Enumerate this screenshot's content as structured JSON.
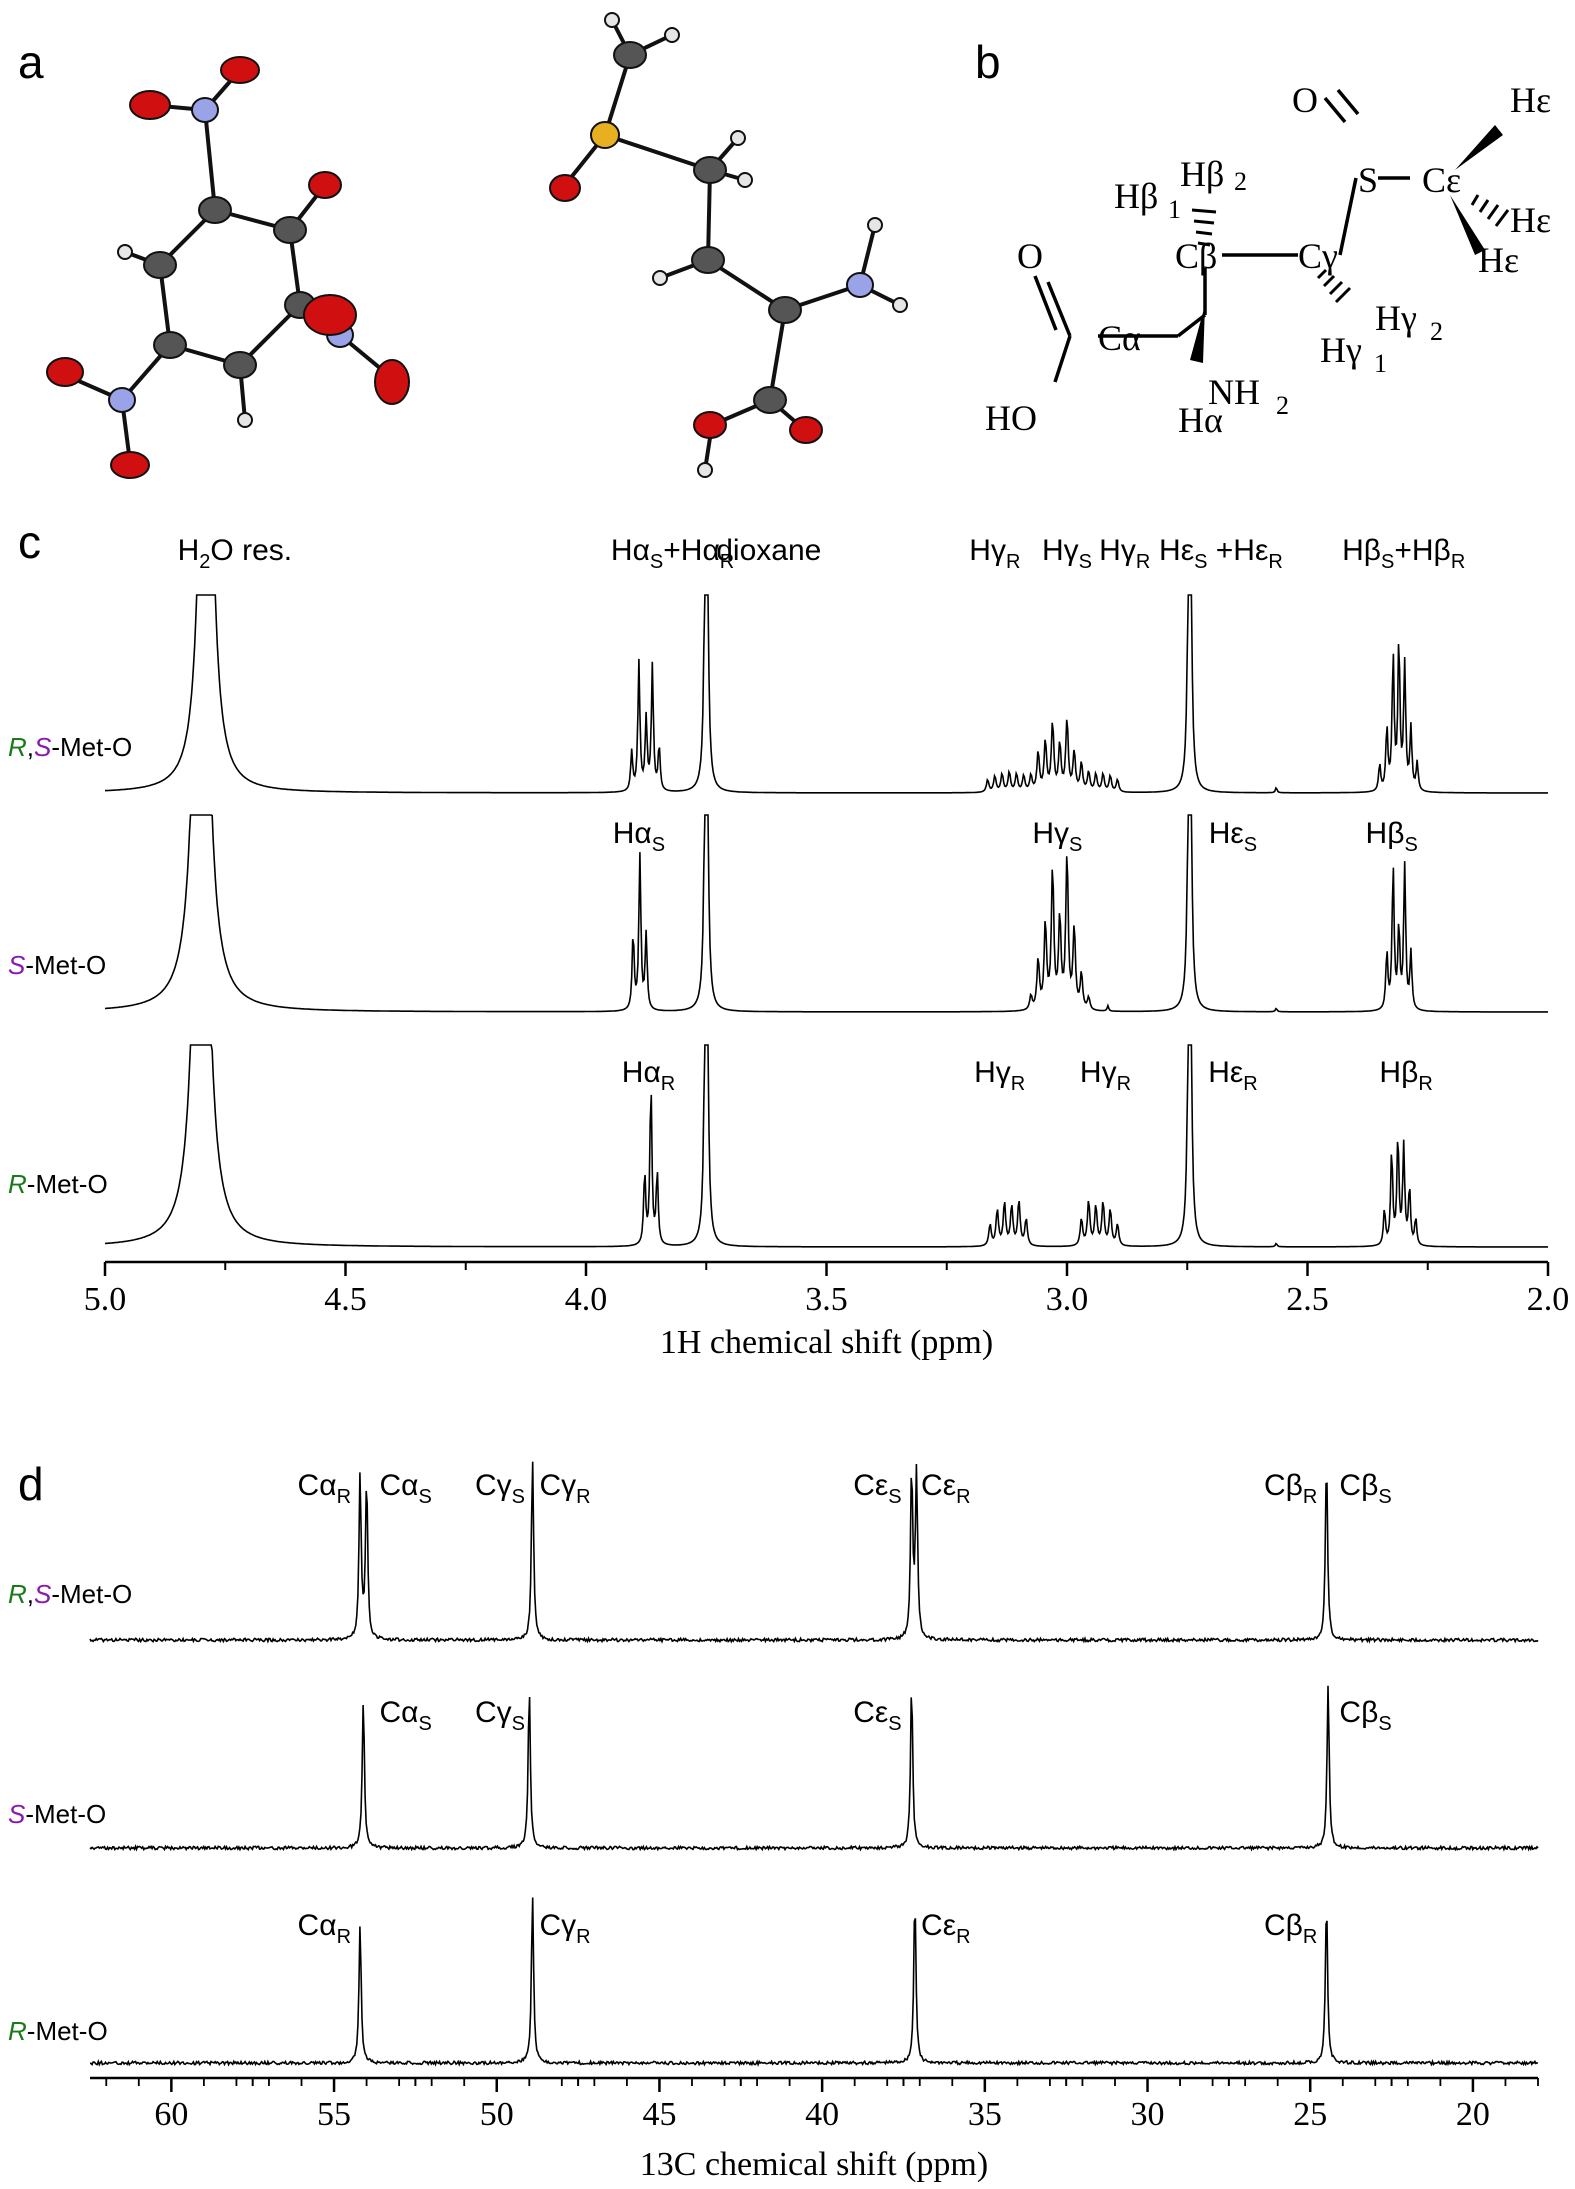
{
  "panels": {
    "a": "a",
    "b": "b",
    "c": "c",
    "d": "d"
  },
  "colors": {
    "oxygen": "#d01010",
    "nitrogen": "#9aa3e8",
    "carbon": "#555555",
    "hydrogen": "#e6e6e6",
    "sulfur": "#e8b020",
    "r_label": "#1a7a1a",
    "s_label": "#8a1ab0"
  },
  "structure_b": {
    "O_top": "O",
    "S": "S",
    "Ce": "Cε",
    "He1": "Hε",
    "He2": "Hε",
    "He3": "Hε",
    "Hb1": "Hβ",
    "Hb1_sub": "1",
    "Hb2": "Hβ",
    "Hb2_sub": "2",
    "Cb": "Cβ",
    "Cg": "Cγ",
    "Hg2": "Hγ",
    "Hg2_sub": "2",
    "Hg1": "Hγ",
    "Hg1_sub": "1",
    "O_left": "O",
    "Ca": "Cα",
    "HO": "HO",
    "NH2": "NH",
    "NH2_sub": "2",
    "Ha": "Hα"
  },
  "sample_labels": [
    {
      "pre": "R",
      "comma": ",",
      "mid": "S",
      "post": "-Met-O"
    },
    {
      "pre": "",
      "comma": "",
      "mid": "S",
      "post": "-Met-O"
    },
    {
      "pre": "R",
      "comma": "",
      "mid": "",
      "post": "-Met-O"
    }
  ],
  "chart_data": [
    {
      "type": "line",
      "panel": "c",
      "xlabel": "1H chemical shift (ppm)",
      "xlim": [
        5.0,
        2.0
      ],
      "xticks": [
        "5.0",
        "4.5",
        "4.0",
        "3.5",
        "3.0",
        "2.5",
        "2.0"
      ],
      "tick_values": [
        5.0,
        4.5,
        4.0,
        3.5,
        3.0,
        2.5,
        2.0
      ],
      "series": [
        {
          "peaks": [
            {
              "x": 4.79,
              "h": 4.0,
              "w": 0.012
            },
            {
              "x": 3.905,
              "h": 0.22,
              "w": 0.0025
            },
            {
              "x": 3.89,
              "h": 0.72,
              "w": 0.0025
            },
            {
              "x": 3.875,
              "h": 0.4,
              "w": 0.0025
            },
            {
              "x": 3.862,
              "h": 0.7,
              "w": 0.0025
            },
            {
              "x": 3.848,
              "h": 0.25,
              "w": 0.0025
            },
            {
              "x": 3.75,
              "h": 4.0,
              "w": 0.0025
            },
            {
              "x": 3.165,
              "h": 0.07,
              "w": 0.003
            },
            {
              "x": 3.15,
              "h": 0.09,
              "w": 0.003
            },
            {
              "x": 3.135,
              "h": 0.1,
              "w": 0.003
            },
            {
              "x": 3.12,
              "h": 0.11,
              "w": 0.003
            },
            {
              "x": 3.105,
              "h": 0.1,
              "w": 0.003
            },
            {
              "x": 3.09,
              "h": 0.09,
              "w": 0.003
            },
            {
              "x": 3.075,
              "h": 0.09,
              "w": 0.003
            },
            {
              "x": 3.06,
              "h": 0.22,
              "w": 0.003
            },
            {
              "x": 3.045,
              "h": 0.28,
              "w": 0.003
            },
            {
              "x": 3.03,
              "h": 0.38,
              "w": 0.003
            },
            {
              "x": 3.015,
              "h": 0.26,
              "w": 0.003
            },
            {
              "x": 3.0,
              "h": 0.4,
              "w": 0.003
            },
            {
              "x": 2.985,
              "h": 0.22,
              "w": 0.003
            },
            {
              "x": 2.97,
              "h": 0.16,
              "w": 0.003
            },
            {
              "x": 2.955,
              "h": 0.11,
              "w": 0.003
            },
            {
              "x": 2.94,
              "h": 0.1,
              "w": 0.003
            },
            {
              "x": 2.925,
              "h": 0.1,
              "w": 0.003
            },
            {
              "x": 2.91,
              "h": 0.09,
              "w": 0.003
            },
            {
              "x": 2.895,
              "h": 0.07,
              "w": 0.003
            },
            {
              "x": 2.745,
              "h": 4.0,
              "w": 0.0025
            },
            {
              "x": 2.565,
              "h": 0.03,
              "w": 0.002
            },
            {
              "x": 2.35,
              "h": 0.15,
              "w": 0.0025
            },
            {
              "x": 2.335,
              "h": 0.35,
              "w": 0.0025
            },
            {
              "x": 2.322,
              "h": 0.75,
              "w": 0.0025
            },
            {
              "x": 2.31,
              "h": 0.82,
              "w": 0.0025
            },
            {
              "x": 2.298,
              "h": 0.7,
              "w": 0.0025
            },
            {
              "x": 2.285,
              "h": 0.35,
              "w": 0.0025
            },
            {
              "x": 2.272,
              "h": 0.16,
              "w": 0.0025
            }
          ]
        },
        {
          "peaks": [
            {
              "x": 4.8,
              "h": 4.0,
              "w": 0.014
            },
            {
              "x": 3.902,
              "h": 0.42,
              "w": 0.0025
            },
            {
              "x": 3.888,
              "h": 0.86,
              "w": 0.0025
            },
            {
              "x": 3.875,
              "h": 0.42,
              "w": 0.0025
            },
            {
              "x": 3.75,
              "h": 4.0,
              "w": 0.0025
            },
            {
              "x": 3.075,
              "h": 0.08,
              "w": 0.003
            },
            {
              "x": 3.06,
              "h": 0.28,
              "w": 0.003
            },
            {
              "x": 3.045,
              "h": 0.48,
              "w": 0.003
            },
            {
              "x": 3.03,
              "h": 0.78,
              "w": 0.003
            },
            {
              "x": 3.015,
              "h": 0.5,
              "w": 0.003
            },
            {
              "x": 3.0,
              "h": 0.86,
              "w": 0.003
            },
            {
              "x": 2.985,
              "h": 0.45,
              "w": 0.003
            },
            {
              "x": 2.97,
              "h": 0.2,
              "w": 0.003
            },
            {
              "x": 2.955,
              "h": 0.07,
              "w": 0.003
            },
            {
              "x": 2.915,
              "h": 0.03,
              "w": 0.002
            },
            {
              "x": 2.745,
              "h": 4.0,
              "w": 0.0025
            },
            {
              "x": 2.565,
              "h": 0.02,
              "w": 0.002
            },
            {
              "x": 2.335,
              "h": 0.32,
              "w": 0.0025
            },
            {
              "x": 2.322,
              "h": 0.8,
              "w": 0.0025
            },
            {
              "x": 2.31,
              "h": 0.45,
              "w": 0.0025
            },
            {
              "x": 2.298,
              "h": 0.8,
              "w": 0.0025
            },
            {
              "x": 2.285,
              "h": 0.32,
              "w": 0.0025
            }
          ]
        },
        {
          "peaks": [
            {
              "x": 4.8,
              "h": 4.0,
              "w": 0.014
            },
            {
              "x": 3.878,
              "h": 0.4,
              "w": 0.0025
            },
            {
              "x": 3.865,
              "h": 0.88,
              "w": 0.0025
            },
            {
              "x": 3.852,
              "h": 0.4,
              "w": 0.0025
            },
            {
              "x": 3.75,
              "h": 4.0,
              "w": 0.0025
            },
            {
              "x": 3.16,
              "h": 0.12,
              "w": 0.003
            },
            {
              "x": 3.145,
              "h": 0.2,
              "w": 0.003
            },
            {
              "x": 3.13,
              "h": 0.24,
              "w": 0.003
            },
            {
              "x": 3.115,
              "h": 0.22,
              "w": 0.003
            },
            {
              "x": 3.1,
              "h": 0.25,
              "w": 0.003
            },
            {
              "x": 3.085,
              "h": 0.15,
              "w": 0.003
            },
            {
              "x": 2.97,
              "h": 0.15,
              "w": 0.003
            },
            {
              "x": 2.955,
              "h": 0.25,
              "w": 0.003
            },
            {
              "x": 2.94,
              "h": 0.22,
              "w": 0.003
            },
            {
              "x": 2.925,
              "h": 0.24,
              "w": 0.003
            },
            {
              "x": 2.91,
              "h": 0.2,
              "w": 0.003
            },
            {
              "x": 2.895,
              "h": 0.12,
              "w": 0.003
            },
            {
              "x": 2.745,
              "h": 4.0,
              "w": 0.0025
            },
            {
              "x": 2.565,
              "h": 0.02,
              "w": 0.002
            },
            {
              "x": 2.34,
              "h": 0.2,
              "w": 0.0025
            },
            {
              "x": 2.325,
              "h": 0.52,
              "w": 0.0025
            },
            {
              "x": 2.312,
              "h": 0.6,
              "w": 0.0025
            },
            {
              "x": 2.3,
              "h": 0.55,
              "w": 0.0025
            },
            {
              "x": 2.288,
              "h": 0.32,
              "w": 0.0025
            },
            {
              "x": 2.275,
              "h": 0.15,
              "w": 0.0025
            }
          ]
        }
      ],
      "annotations": [
        {
          "row": 0,
          "x": 4.73,
          "text": "H",
          "sub": "2",
          "after": "O res."
        },
        {
          "row": 0,
          "x": 3.62,
          "text": "dioxane",
          "sub": "",
          "after": ""
        },
        {
          "row": 0,
          "x": 3.82,
          "text": "Hα",
          "sub": "S",
          "after": "+Hα",
          "sub2": "R"
        },
        {
          "row": 0,
          "x": 3.15,
          "text": "Hγ",
          "sub": "R",
          "after": ""
        },
        {
          "row": 0,
          "x": 3.0,
          "text": "Hγ",
          "sub": "S",
          "after": ""
        },
        {
          "row": 0,
          "x": 2.88,
          "text": "Hγ",
          "sub": "R",
          "after": ""
        },
        {
          "row": 0,
          "x": 2.68,
          "text": "Hε",
          "sub": "S",
          "after": " +Hε",
          "sub2": "R"
        },
        {
          "row": 0,
          "x": 2.3,
          "text": "Hβ",
          "sub": "S",
          "after": "+Hβ",
          "sub2": "R"
        },
        {
          "row": 1,
          "x": 3.89,
          "text": "Hα",
          "sub": "S",
          "after": ""
        },
        {
          "row": 1,
          "x": 3.02,
          "text": "Hγ",
          "sub": "S",
          "after": ""
        },
        {
          "row": 1,
          "x": 2.655,
          "text": "Hε",
          "sub": "S",
          "after": ""
        },
        {
          "row": 1,
          "x": 2.325,
          "text": "Hβ",
          "sub": "S",
          "after": ""
        },
        {
          "row": 2,
          "x": 3.87,
          "text": "Hα",
          "sub": "R",
          "after": ""
        },
        {
          "row": 2,
          "x": 3.14,
          "text": "Hγ",
          "sub": "R",
          "after": ""
        },
        {
          "row": 2,
          "x": 2.92,
          "text": "Hγ",
          "sub": "R",
          "after": ""
        },
        {
          "row": 2,
          "x": 2.655,
          "text": "Hε",
          "sub": "R",
          "after": ""
        },
        {
          "row": 2,
          "x": 2.295,
          "text": "Hβ",
          "sub": "R",
          "after": ""
        }
      ]
    },
    {
      "type": "line",
      "panel": "d",
      "xlabel": "13C chemical shift (ppm)",
      "xlim": [
        62.5,
        18.0
      ],
      "xticks": [
        "60",
        "55",
        "50",
        "45",
        "40",
        "35",
        "30",
        "25",
        "20"
      ],
      "tick_values": [
        60,
        55,
        50,
        45,
        40,
        35,
        30,
        25,
        20
      ],
      "series": [
        {
          "peaks": [
            {
              "x": 54.2,
              "h": 0.88,
              "w": 0.04
            },
            {
              "x": 54.0,
              "h": 0.86,
              "w": 0.04
            },
            {
              "x": 48.9,
              "h": 0.98,
              "w": 0.04
            },
            {
              "x": 37.25,
              "h": 0.9,
              "w": 0.04
            },
            {
              "x": 37.1,
              "h": 0.9,
              "w": 0.04
            },
            {
              "x": 24.5,
              "h": 0.98,
              "w": 0.04
            }
          ]
        },
        {
          "peaks": [
            {
              "x": 54.1,
              "h": 0.8,
              "w": 0.04
            },
            {
              "x": 49.0,
              "h": 0.86,
              "w": 0.04
            },
            {
              "x": 37.25,
              "h": 0.88,
              "w": 0.04
            },
            {
              "x": 24.45,
              "h": 0.88,
              "w": 0.04
            }
          ]
        },
        {
          "peaks": [
            {
              "x": 54.2,
              "h": 0.75,
              "w": 0.04
            },
            {
              "x": 48.9,
              "h": 0.9,
              "w": 0.04
            },
            {
              "x": 37.15,
              "h": 0.9,
              "w": 0.04
            },
            {
              "x": 24.5,
              "h": 0.88,
              "w": 0.04
            }
          ]
        }
      ],
      "annotations": [
        {
          "row": 0,
          "x": 55.3,
          "text": "Cα",
          "sub": "R",
          "after": ""
        },
        {
          "row": 0,
          "x": 52.8,
          "text": "Cα",
          "sub": "S",
          "after": ""
        },
        {
          "row": 0,
          "x": 49.9,
          "text": "Cγ",
          "sub": "S",
          "after": ""
        },
        {
          "row": 0,
          "x": 47.9,
          "text": "Cγ",
          "sub": "R",
          "after": ""
        },
        {
          "row": 0,
          "x": 38.3,
          "text": "Cε",
          "sub": "S",
          "after": ""
        },
        {
          "row": 0,
          "x": 36.2,
          "text": "Cε",
          "sub": "R",
          "after": ""
        },
        {
          "row": 0,
          "x": 25.6,
          "text": "Cβ",
          "sub": "R",
          "after": ""
        },
        {
          "row": 0,
          "x": 23.3,
          "text": "Cβ",
          "sub": "S",
          "after": ""
        },
        {
          "row": 1,
          "x": 52.8,
          "text": "Cα",
          "sub": "S",
          "after": ""
        },
        {
          "row": 1,
          "x": 49.9,
          "text": "Cγ",
          "sub": "S",
          "after": ""
        },
        {
          "row": 1,
          "x": 38.3,
          "text": "Cε",
          "sub": "S",
          "after": ""
        },
        {
          "row": 1,
          "x": 23.3,
          "text": "Cβ",
          "sub": "S",
          "after": ""
        },
        {
          "row": 2,
          "x": 55.3,
          "text": "Cα",
          "sub": "R",
          "after": ""
        },
        {
          "row": 2,
          "x": 47.9,
          "text": "Cγ",
          "sub": "R",
          "after": ""
        },
        {
          "row": 2,
          "x": 36.2,
          "text": "Cε",
          "sub": "R",
          "after": ""
        },
        {
          "row": 2,
          "x": 25.6,
          "text": "Cβ",
          "sub": "R",
          "after": ""
        }
      ]
    }
  ]
}
